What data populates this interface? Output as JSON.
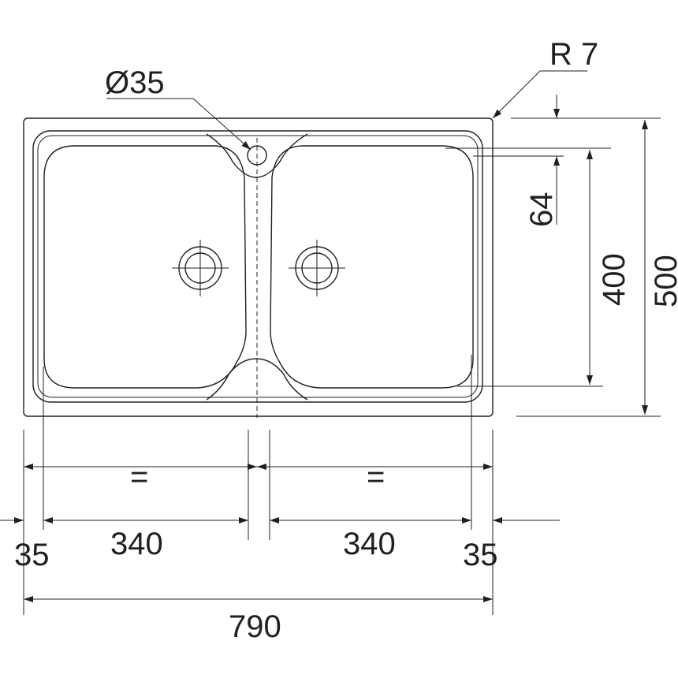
{
  "drawing": {
    "title": "Double bowl sink dimensions",
    "labels": {
      "radius": "R 7",
      "tap_hole": "Ø35",
      "rim_offset": "64",
      "bowl_depth": "400",
      "overall_depth": "500",
      "equal_left": "=",
      "equal_right": "=",
      "left_margin": "35",
      "left_bowl_width": "340",
      "right_bowl_width": "340",
      "right_margin": "35",
      "overall_width": "790"
    },
    "colors": {
      "line": "#231f20",
      "background": "#ffffff"
    }
  }
}
